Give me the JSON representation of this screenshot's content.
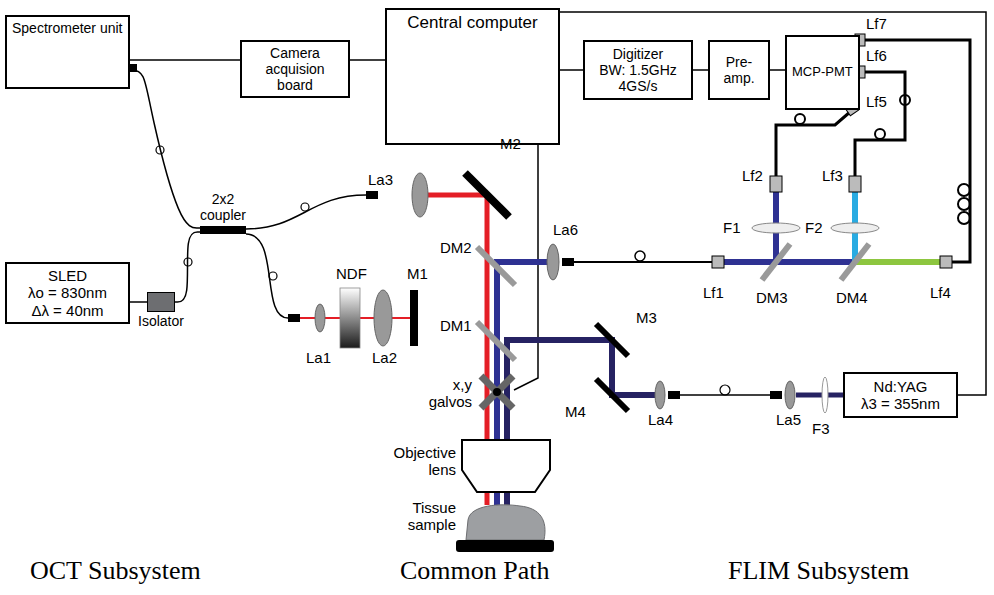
{
  "diagram": {
    "nodes": [
      {
        "text": [
          "Spectrometer unit"
        ]
      },
      {
        "text": [
          "Camera acquision board"
        ]
      },
      {
        "text": [
          "Central computer"
        ]
      },
      {
        "text": [
          "Digitizer",
          "BW: 1.5GHz 4GS/s"
        ]
      },
      {
        "text": [
          "Pre- amp."
        ]
      },
      {
        "text": [
          "MCP-PMT"
        ]
      },
      {
        "text": [
          "SLED",
          "λo = 830nm Δλ = 40nm"
        ]
      },
      {
        "text": [
          "Isolator"
        ]
      },
      {
        "text": [
          "2x2 coupler"
        ]
      },
      {
        "text": [
          "Nd:YAG",
          "λ3 = 355nm"
        ]
      }
    ],
    "edges": [
      {
        "from": 0,
        "to": 1,
        "arrow": "none"
      },
      {
        "from": 1,
        "to": 2,
        "arrow": "none"
      },
      {
        "from": 2,
        "to": 3,
        "arrow": "none"
      },
      {
        "from": 3,
        "to": 4,
        "arrow": "none"
      },
      {
        "from": 4,
        "to": 5,
        "arrow": "none"
      },
      {
        "from": 6,
        "to": 7,
        "arrow": "none"
      },
      {
        "from": 7,
        "to": 8,
        "arrow": "none"
      },
      {
        "from": 8,
        "to": 0,
        "arrow": "none"
      },
      {
        "from": 2,
        "to": 9,
        "arrow": "none"
      }
    ],
    "labels": [
      "La3",
      "M2",
      "La6",
      "Lf7",
      "Lf6",
      "Lf5",
      "Lf2",
      "Lf3",
      "F1",
      "F2",
      "NDF",
      "M1",
      "DM2",
      "Lf1",
      "DM3",
      "DM4",
      "Lf4",
      "DM1",
      "M3",
      "La1",
      "La2",
      "x,y galvos",
      "M4",
      "La4",
      "La5",
      "F3",
      "Objective lens",
      "Tissue sample",
      "OCT Subsystem",
      "Common Path",
      "FLIM Subsystem"
    ]
  }
}
